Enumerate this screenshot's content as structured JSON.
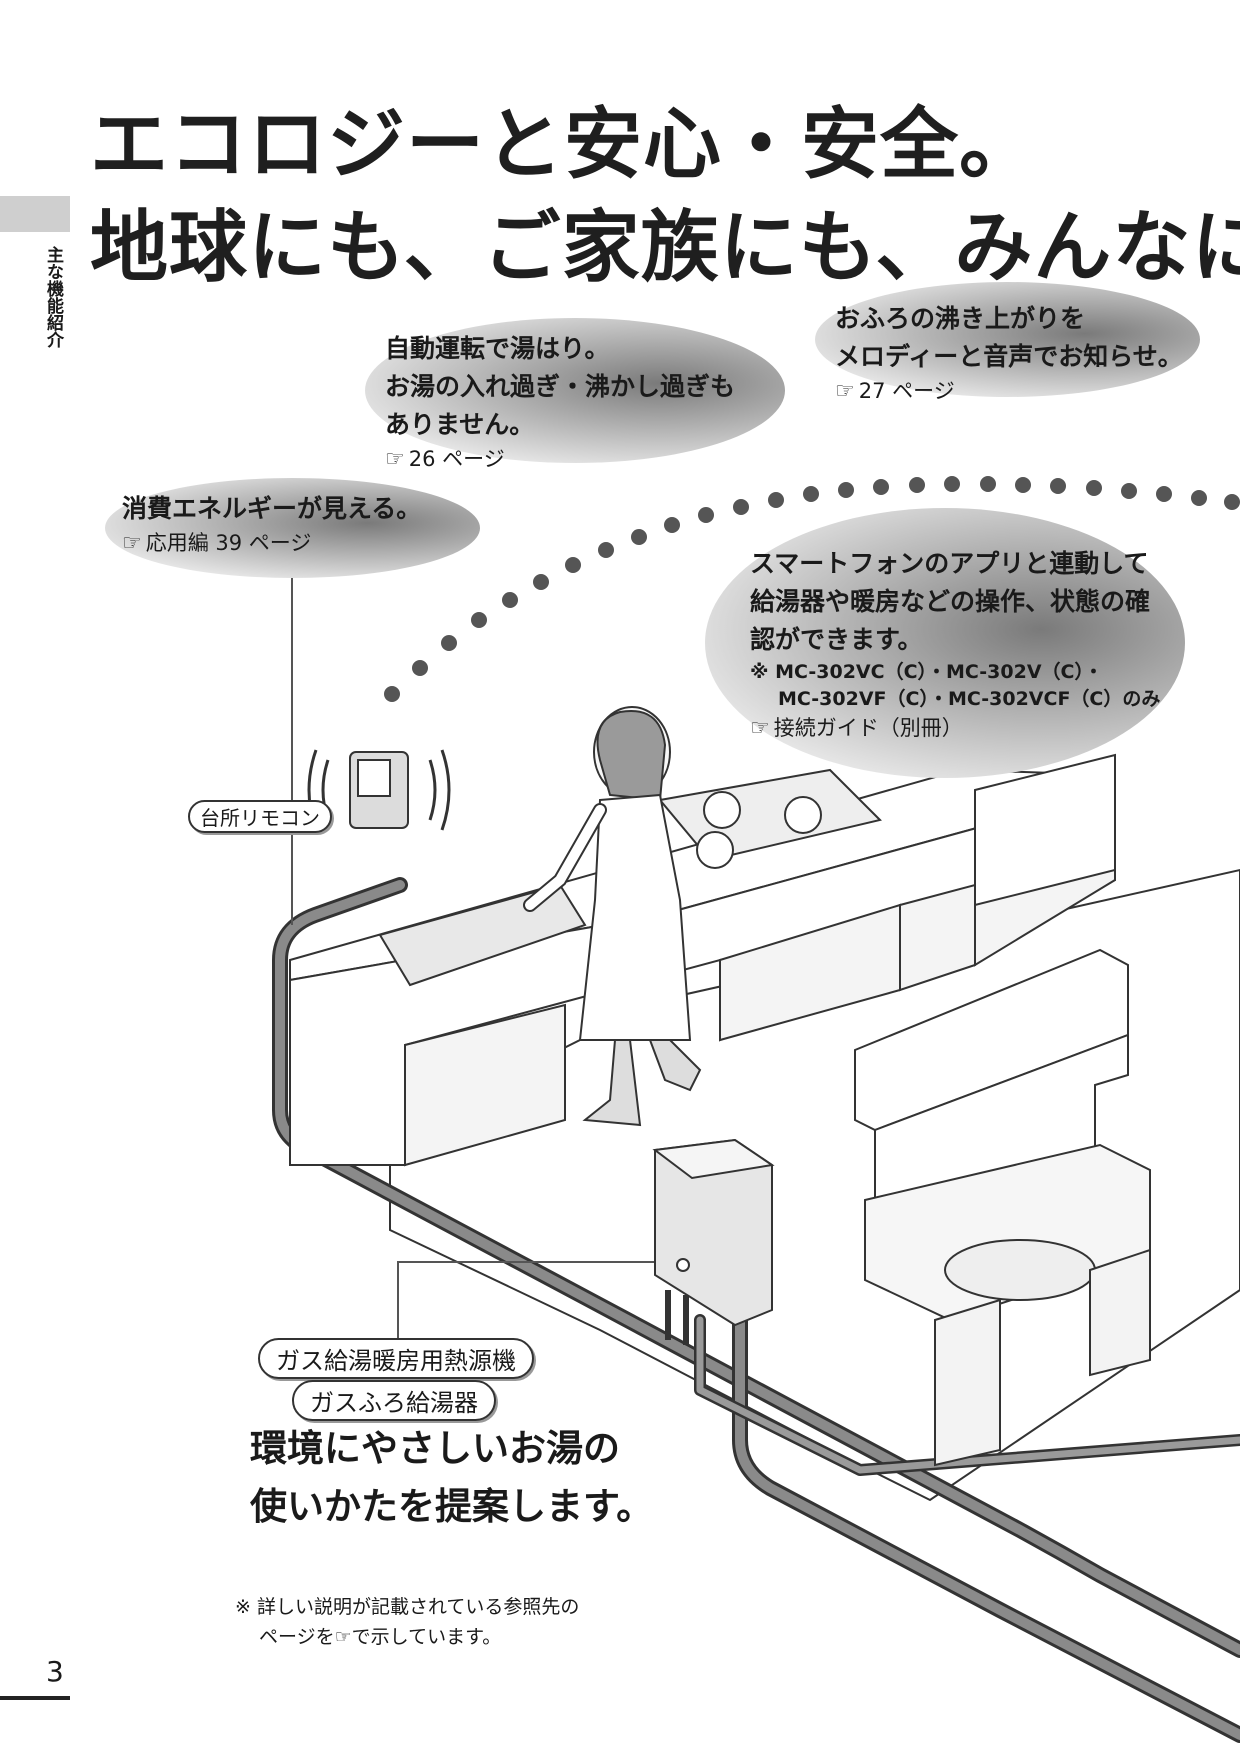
{
  "header": {
    "line1": "エコロジーと安心・安全。",
    "line2": "地球にも、ご家族にも、みんなに"
  },
  "side_label": "主な機能紹介",
  "hand_icon": "☞",
  "callouts": {
    "auto_fill": {
      "lines": [
        "自動運転で湯はり。",
        "お湯の入れ過ぎ・沸かし過ぎも",
        "ありません。"
      ],
      "ref": "26 ページ"
    },
    "melody": {
      "lines": [
        "おふろの沸き上がりを",
        "メロディーと音声でお知らせ。"
      ],
      "ref": "27 ページ"
    },
    "energy": {
      "lines": [
        "消費エネルギーが見える。"
      ],
      "ref": "応用編 39 ページ"
    },
    "smartphone": {
      "lines": [
        "スマートフォンのアプリと連動して",
        "給湯器や暖房などの操作、状態の確",
        "認ができます。"
      ],
      "note_line1": "※ MC-302VC（C）・MC-302V（C）・",
      "note_line2": "MC-302VF（C）・MC-302VCF（C）のみ",
      "ref": "接続ガイド（別冊）"
    }
  },
  "labels": {
    "kitchen_remote": "台所リモコン",
    "heat_source": "ガス給湯暖房用熱源機",
    "bath_heater": "ガスふろ給湯器"
  },
  "slogan": {
    "line1": "環境にやさしいお湯の",
    "line2": "使いかたを提案します。"
  },
  "footnote": {
    "line1": "※ 詳しい説明が記載されている参照先の",
    "line2_pre": "ページを",
    "line2_post": "で示しています。"
  },
  "page_number": "3"
}
